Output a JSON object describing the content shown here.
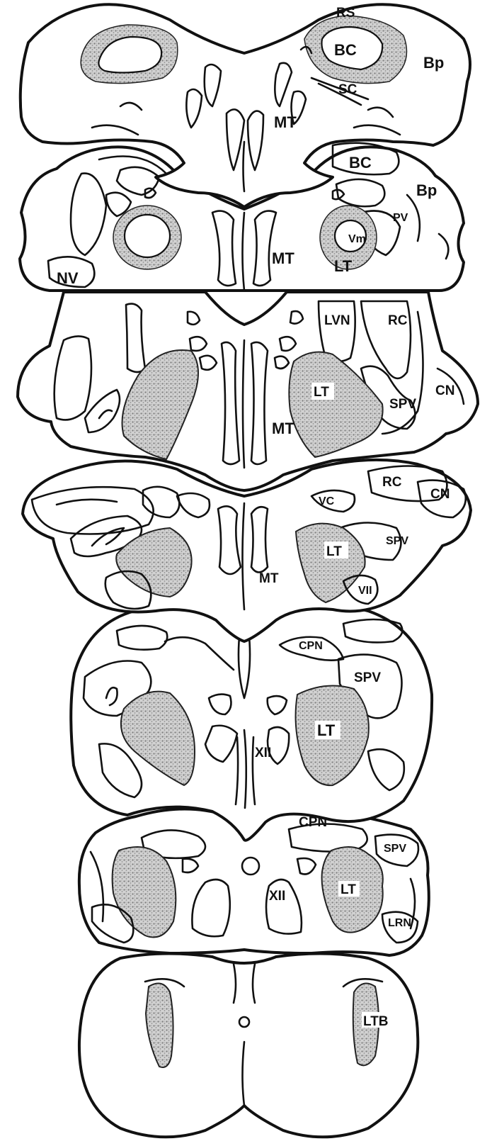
{
  "labels": {
    "rs": "RS",
    "bc_top": "BC",
    "bp_top": "Bp",
    "sc": "SC",
    "mt_1": "MT",
    "bc_2": "BC",
    "bp_2": "Bp",
    "pv": "PV",
    "vm": "Vm",
    "mt_2": "MT",
    "lt_2": "LT",
    "nv": "NV",
    "lvn": "LVN",
    "rc_3": "RC",
    "cn_3": "CN",
    "lt_3": "LT",
    "spv_3": "SPV",
    "mt_3": "MT",
    "vc": "VC",
    "rc_4": "RC",
    "cn_4": "CN",
    "lt_4": "LT",
    "spv_4": "SPV",
    "mt_4": "MT",
    "vii": "VII",
    "cpn_5": "CPN",
    "spv_5": "SPV",
    "lt_5": "LT",
    "xii_5": "XII",
    "cpn_6": "CPN",
    "spv_6": "SPV",
    "lt_6": "LT",
    "xii_6": "XII",
    "lrn": "LRN",
    "ltb": "LTB"
  },
  "colors": {
    "ink": "#111111",
    "stipple": "#8a8a8a",
    "background": "#ffffff"
  }
}
